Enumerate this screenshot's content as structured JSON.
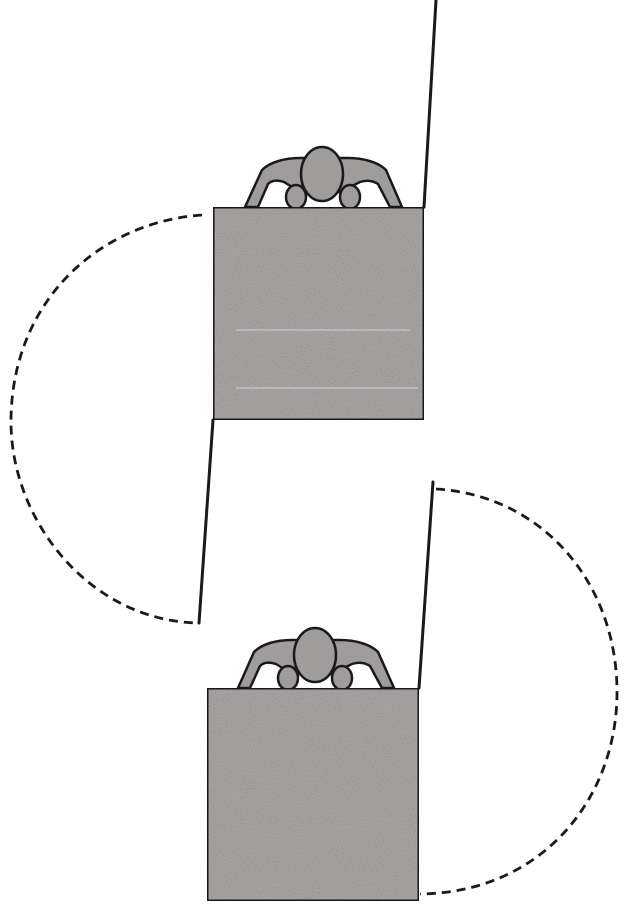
{
  "diagram": {
    "figures": [
      {
        "id": "upper",
        "swing_side": "left"
      },
      {
        "id": "lower",
        "swing_side": "right"
      }
    ],
    "colors": {
      "box_fill": "#a9a5a5",
      "figure_fill": "#a09c9c",
      "outline": "#1a1a1a",
      "background": "#ffffff"
    },
    "icons": {
      "box": "shaded-square",
      "person": "person-top-view",
      "swing": "dashed-arc"
    }
  }
}
